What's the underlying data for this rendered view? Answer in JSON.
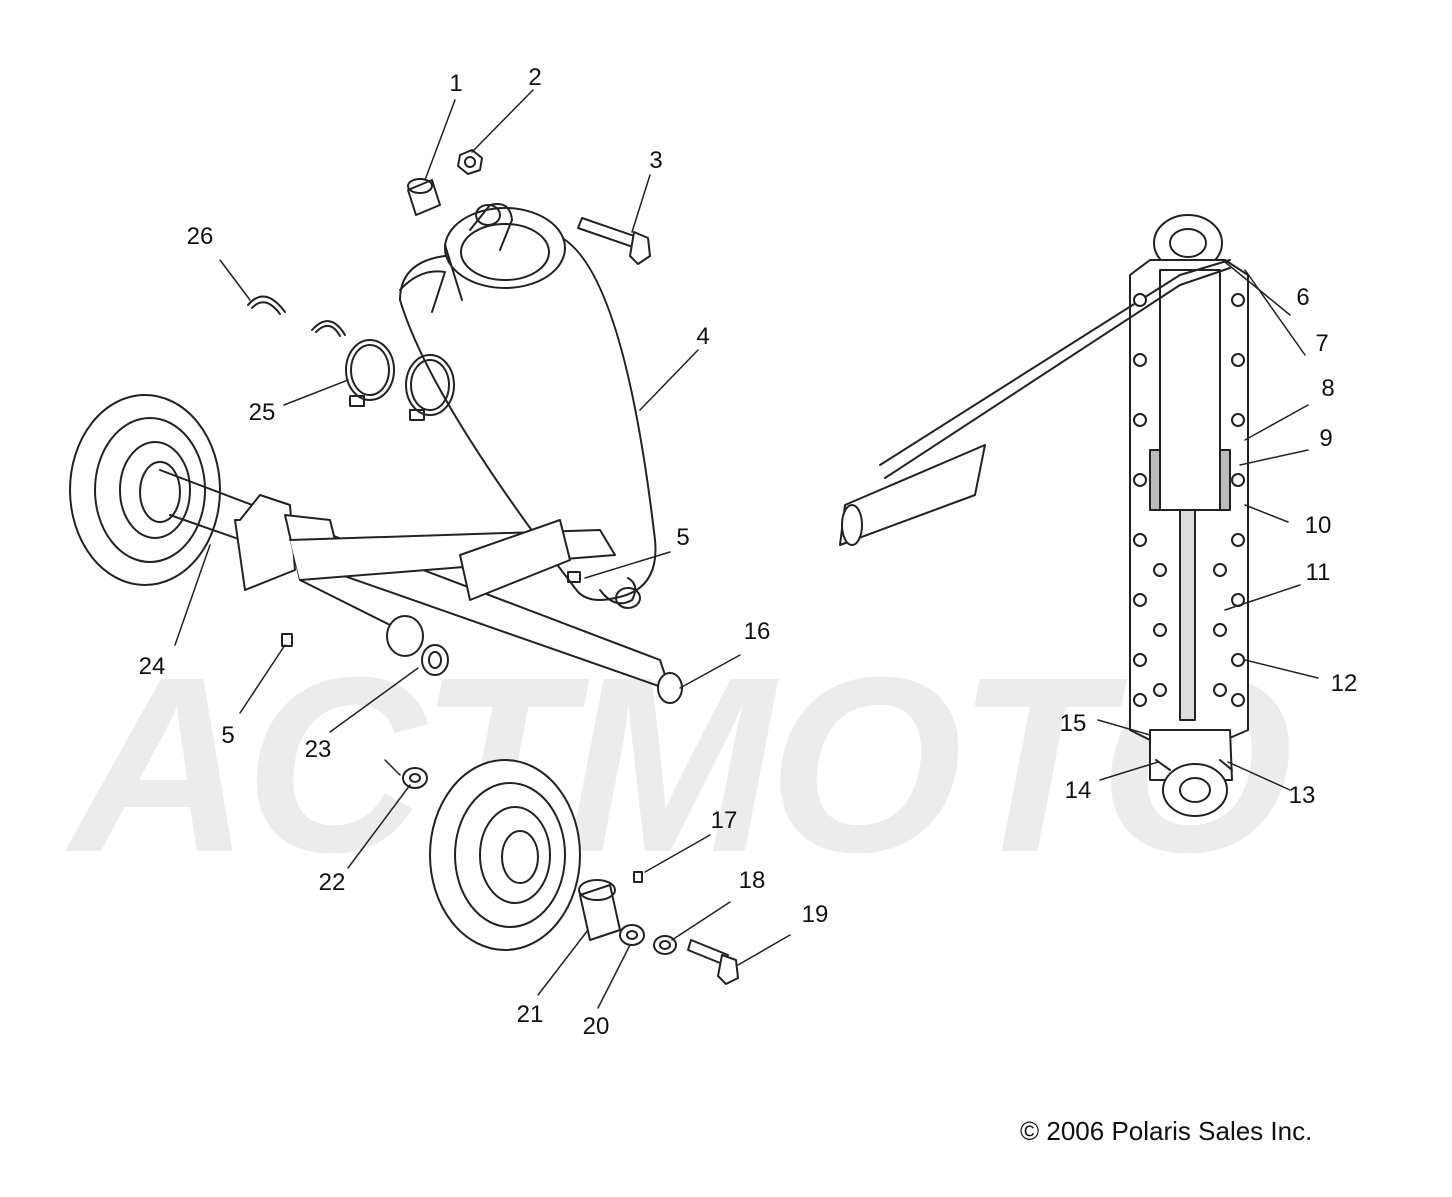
{
  "watermark": "ACTMOTO",
  "copyright": "© 2006 Polaris Sales Inc.",
  "callouts": [
    "1",
    "2",
    "3",
    "26",
    "4",
    "25",
    "24",
    "5",
    "5",
    "23",
    "16",
    "22",
    "17",
    "18",
    "19",
    "21",
    "20",
    "6",
    "7",
    "8",
    "9",
    "10",
    "11",
    "12",
    "15",
    "14",
    "13"
  ],
  "colors": {
    "line": "#222222",
    "watermark": "#ececec",
    "background": "#ffffff"
  }
}
